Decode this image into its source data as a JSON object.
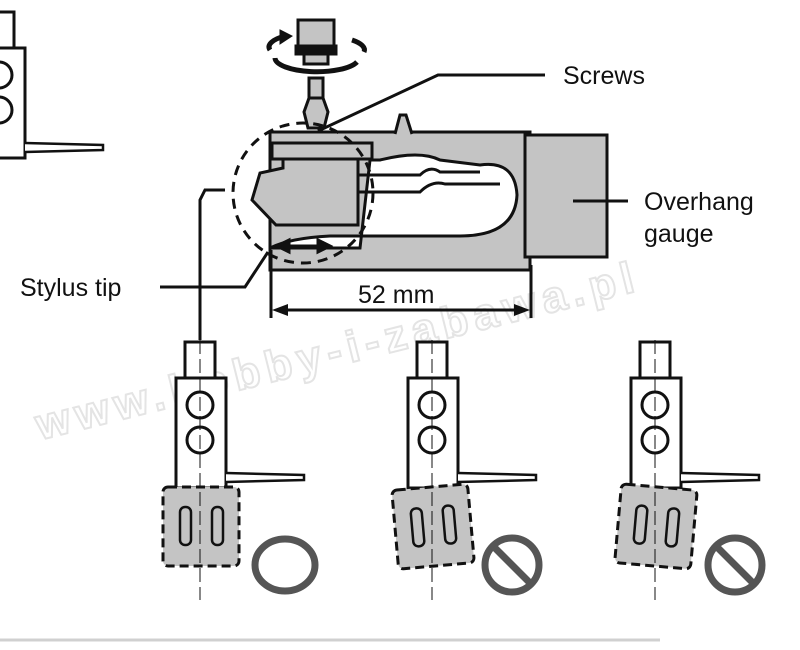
{
  "labels": {
    "screws": "Screws",
    "overhang_gauge_line1": "Overhang",
    "overhang_gauge_line2": "gauge",
    "stylus_tip": "Stylus tip",
    "dimension": "52 mm"
  },
  "watermark": "www.hobby-i-zabawa.pl",
  "examples": [
    {
      "status": "correct",
      "symbol": "ok-circle-icon"
    },
    {
      "status": "incorrect",
      "symbol": "prohibited-icon"
    },
    {
      "status": "incorrect",
      "symbol": "prohibited-icon"
    }
  ],
  "colors": {
    "gray": "#c4c4c4",
    "symbol": "#555555",
    "line": "#111111"
  }
}
